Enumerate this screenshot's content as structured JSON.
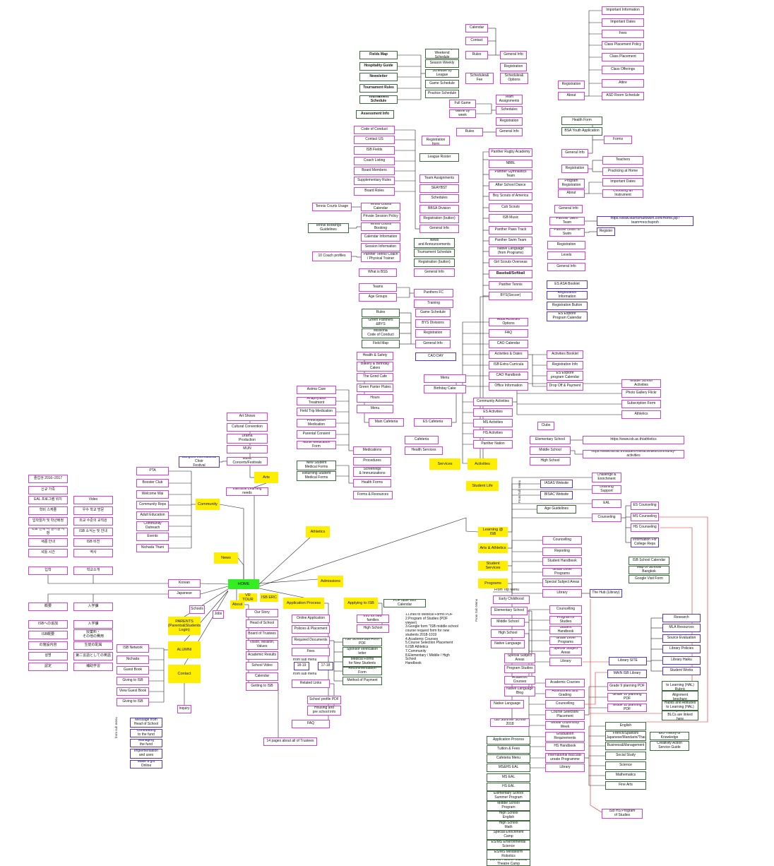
{
  "colors": {
    "yellow": "#ffee00",
    "lime": "#33ee22",
    "pink": "#d63fd6",
    "green": "#3a6b3a",
    "purple": "#5533cc",
    "red": "#dd2222"
  },
  "side_labels": {
    "from_sub_menu": "From Sub Menu",
    "from_sub_menu2": "From Sub Menu",
    "from_sub_menu3": "from sub menu"
  },
  "nodes": {
    "important_information": "Important Information",
    "important_dates": "Important Dates",
    "fees": "Fees",
    "class_placement_policy": "Class Placement Policy",
    "class_placement": "Class Placement",
    "class_offerings": "Class Offerings",
    "attire": "Attire",
    "asd_room_schedule": "ASD Room Schedule",
    "registration_r1": "Registration",
    "about_r1": "About",
    "calendar_t": "Calendar",
    "contact_t": "Contact",
    "rules_t": "Rules",
    "general_info_t": "General Info",
    "registration_t": "Registration",
    "schedules_fee": "Schedules&\nFee",
    "schedules_options": "Schedules&\nOptions",
    "team_assignments_t": "Team\nAssignments",
    "full_game": "Full Game",
    "schedules_t": "Schedules",
    "game_by_week": "Game by week",
    "registration_t2": "Registration",
    "rules_t2": "Rules",
    "general_info_t2": "General Info",
    "health_form": "Health Form",
    "bsa_youth": "BSA Youth Application",
    "forms": "Forms",
    "general_info_r2": "General Info",
    "registration_r2": "Registration",
    "teachers": "Teachers",
    "practicing_home": "Practicing at Home",
    "program_registration": "Program\nRegistration",
    "important_dates2": "Important Dates",
    "about_r2": "About",
    "choosing_instrument": "Choosing an Instrument",
    "general_info_r3": "General Info",
    "learnswim_url": "https://www.learnsmartswim.com/Home.jsp?team=recchsproh",
    "panther_swim_team_r": "Panther Swim Team",
    "panther_learn_swim": "Panther Learn to Swim",
    "register": "Register",
    "registration_r3": "Registration",
    "levels": "Levels",
    "general_info_r4": "General Info",
    "es_asa_booklet": "ES ASA Booklet",
    "registration_information": "Registration Information",
    "registration_button_r": "Registration Button",
    "es_explore_cal": "ES Explore\nProgram Calendar",
    "activities_booklet": "Activities Booklet",
    "registration_info_r": "Registration Info",
    "es_explore_cal2": "ES Explore\nprogram Calendar",
    "drop_off": "Drop Off & Payment",
    "ms_activities_r": "Middle School Activities",
    "photo_gallery": "Photo Gallery Flickr",
    "subscription_form": "Subscription Form",
    "athletics_r": "Athletics",
    "ibaa_athletics_url": "https://www.isb.ac.th/athletics",
    "isb_sa_url": "https://www.isb.ac.th/student-life/activities/community-activities",
    "fields_map": "Fields Map",
    "hospitality_guide": "Hospitality Guide",
    "newsletter": "Newsletter",
    "tournament_rules": "Tournament Rules",
    "tournament_schedule": "Tournament Schedule",
    "championship_weekend": "Championship\nWeekend Schedule",
    "season_weekly": "Season Weekly",
    "schedule_by_league": "Schedule by League",
    "game_schedule_t": "Game Schedule",
    "practice_schedule": "Practice Schedule",
    "assessment_info": "Assessment Info",
    "code_of_conduct": "Code of Conduct",
    "contact_us": "Contact US",
    "isb_fields": "ISB Fields",
    "coach_listing": "Coach Listing",
    "board_members": "Board Members",
    "supplementary_rules": "Supplementary Rules",
    "board_roles": "Board Roles",
    "google_reg_form": "Google\nRegistration form",
    "league_roster": "League Roster",
    "team_assignments_m": "Team Assignments",
    "seaybst": "SEAYBST",
    "schedules_m": "Schedules",
    "bbsa_division": "BBSA Division",
    "registration_button_m": "Registration (button)",
    "general_info_m": "General Info",
    "panther_rugby": "Panther Rugby Academy",
    "nbbl": "NBBL",
    "panther_gymnastics": "Panther Gymnastics\nTeam",
    "after_school_dance": "After School Dance",
    "boy_scouts": "Boy Scouts of America",
    "cub_scouts": "Cub Scouts",
    "isb_music": "ISB Music",
    "panther_paws": "Panther Paws Track",
    "panther_swim_team": "Panther Swim Team",
    "native_language": "Native Language\n(from Programs)",
    "girl_scouts": "Girl Scouts Overseas",
    "baseball_softball": "Baseball/Softball",
    "panther_tennis": "Panther Tennis",
    "bys_soccer": "BYS(Soccer)",
    "tennis_courts_usage": "Tennis Courts Usage",
    "tennis_bookings_guidelines": "Tennis Bookings\nGuidelines",
    "coach_profiles": "10 Coach  profiles",
    "tennis_courts_calendar": "Tennis Courts Calendar",
    "private_session": "Private Session Policy",
    "tennis_court_booking": "Tennis Courts Booking",
    "calendar_information": "Calendar Information",
    "session_information": "Session Information",
    "panther_tennis_coach": "Panther Tennis Coach\n/ Physical Trainer",
    "news_announcements": "News\nand Announcements",
    "tournament_schedule_m": "Tournament Schedule",
    "registration_button_m2": "Registration (button)",
    "general_info_m2": "General Info",
    "what_is_bss": "What is BSS",
    "teams": "Teams",
    "age_groups": "Age Groups",
    "panthers_fc": "Panthers FC",
    "training": "Training",
    "rules_m": "Rules",
    "game_schedule_m": "Game Schedule",
    "green_panthers": "Green Panthers\n&BYS",
    "bys_divisions": "BYS Divisions",
    "mission_code": "Mission&\nCode of Conduct",
    "registration_m3": "Registration",
    "field_map": "Field Map",
    "general_info_m3": "General Info",
    "adult_activities": "Adult Activities Options",
    "faq_m": "FAQ",
    "cao_calendar": "CAO Calendar",
    "activities_dates": "Activities & Dates",
    "cao_day": "CAO DAY",
    "isb_extra_curricula": "ISB Extra Curricula",
    "cao_handbook": "CAO Handbook",
    "office_information": "Office Information",
    "health_safety": "Health & Safety",
    "bakery": "Bakery & Birthday\nCakes",
    "grind_cafe": "The Grind Cafe",
    "green_panter_plates": "Green Panter Plates",
    "hours": "Hours",
    "menu_c": "Menu",
    "menu_es": "Menu",
    "birthday_cake": "Birthday Cake",
    "main_cafeteria": "Main Cafeteria",
    "es_cafeteria": "ES Cafeteria",
    "community_activities": "Community Activities",
    "es_activities": "ES Activities",
    "ms_activities": "MS Activities",
    "hs_activities": "HS Activities",
    "panther_nation": "Panther Nation",
    "clubs": "Clubs",
    "elementary_school_a": "Elementary School",
    "middle_school_a": "Middle School",
    "high_school_a": "High School",
    "asthma_care": "Astma Care",
    "anaphylaxis": "Anaphylaxis Treatment",
    "field_trip": "Field Trip Medication",
    "prescription": "Prescription Medication",
    "parental_consent": "Parental Consent",
    "nurse_medication": "Nurse Medication Form",
    "new_student_forms": "New Student\nMedical Forms",
    "returning_forms": "Returning Student\nMedical Forms",
    "medications": "Medications",
    "procedures": "Procedures",
    "screenings": "Screenings\n& Immunizations",
    "health_forms": "Health Forms",
    "forms_resources": "Forms & Resources",
    "cafeteria": "Cafeteria",
    "health_services": "Health Services",
    "services": "Services",
    "activities": "Activities",
    "student_life": "Student Life",
    "art_shows": "Art Shows",
    "cultural_convention": "Cultural Convention",
    "drama": "Drama\nProduction",
    "mun": "MUN",
    "music_concerts": "Music Concerts/Festivals",
    "bangkok_choir": "Bangkok International Choir\nFestival",
    "arts": "Arts",
    "intensive_learning": "Intensive Learning needs",
    "pta": "PTA",
    "booster_club": "Booster Club",
    "welcome_wai": "Welcome Wai",
    "community_reps": "Community Reps",
    "adult_education": "Adult Education",
    "community_outreach": "Community\nOutreach",
    "events": "Events",
    "nichada_thani": "Nichada Thani",
    "community": "Community",
    "athletics": "Athletics",
    "news": "News",
    "kr1": "졸업생 2016–2017",
    "kr2": "신규 가족",
    "kr3": "EAL 프로그램 위치",
    "kr4": "학비 스케줄",
    "kr5": "입학절차 및 학년배정",
    "kr6": "학교 안에 서 일어날 사항",
    "kr7": "새롭 안내",
    "kr8": "셔틀 시간",
    "kr9": "입학",
    "krr1": "Video",
    "krr2": "우수 학교 방문",
    "krr3": "외교 수준의 교직원",
    "krr4": "ISB 소식는 및 안내",
    "krr5": "ISB 비전",
    "krr6": "역사",
    "krr7": "학교소개",
    "jp1": "概要",
    "jp2": "ISBへの追加",
    "jp3": "ISB概要",
    "jp4": "の施設内容",
    "jp5": "설명",
    "jp6": "認定",
    "jpr1": "入学課",
    "jpr2": "入学課",
    "jpr3": "授業料・\nその他の費用",
    "jpr4": "生徒の配属",
    "jpr5": "第二言語としての英語",
    "jpr6": "補助学習",
    "korean": "Korean",
    "japanese": "Japanese",
    "schools": "Schools",
    "jobs": "Jobs",
    "home": "HOME",
    "vr_tour": "VR TOUR",
    "isb_erc": "ISB ERC",
    "about": "About",
    "parents": "PARENTS\n(Parents&Students\nLogin)",
    "alumni": "ALUMNI",
    "contact": "Contact",
    "inquiry": "Inquiry",
    "isb_network": "ISB Network",
    "nichada": "Nichada",
    "guest_book": "Guest Book",
    "giving_isb": "Giving to ISB",
    "view_guest_book": "View Guest Book",
    "giving_isb2": "Giving to ISB",
    "message_head": "Message from\nHead of School",
    "contributing": "Contributing\nto the fund",
    "managing": "Managing\nthe fund",
    "implementation": "Implementation\nand uses",
    "make_gift": "Make a gift Online",
    "our_story": "Our Story",
    "head_of_school": "Head of School",
    "board_trustees": "Board of Trustees",
    "vision_mission": "Vision, Mission,\nValues",
    "academic_results": "Academic Results",
    "school_video": "School Video",
    "calendar_a": "Calendar",
    "getting_isb": "Getting to ISB",
    "trustees_note": "14 pages about all of Trustees",
    "admissions": "Admissions",
    "application_process": "Application Process",
    "applying_isb": "Applying to ISB",
    "online_application": "Online Application",
    "policies_placement": "Policies & Placement",
    "required_documents": "Required Documents",
    "fees_a": "Fees",
    "from_sub_menu_s": "from sub menu",
    "y1819": "18-19",
    "y1718": "17-18",
    "from_sub_menu_s2": "from sub menu",
    "related_links": "Related Links",
    "school_profile": "School profile PDF",
    "housing": "Housing and\npre school info",
    "faq_a": "FAQ",
    "isb_bus_form": "ISB School Bus Form PDF",
    "sponsor_letter": "Sponsor verification\nletter",
    "medical_forms_new": "Medical Forms\nfor New Students",
    "recommendation_form": "Recommendation Form",
    "method_payment": "Method of Payment",
    "info_new_families": "Info for new families",
    "high_school_ad": "High School",
    "pdf_table": "PDF table with Calendar",
    "pdf_list": "1.Links to Medical Forms PDF\n2.Program of Studies (PDF viewer)\n3.Google form \"ISB middle school\ncourse request form for new\nstudents 2018-1019\n4.Academic Courses\n5.Course Selection Placement\n6.ISB Athletics\n7.Community\n8.Elementary / Middle / High School\nHandbook",
    "learning_isb": "Learning @ ISB",
    "arts_athletics": "Arts & Athletics",
    "student_services": "Student Services",
    "programs": "Programs",
    "isaas_website": "IASAS Website",
    "bisac_website": "BISAC Website",
    "age_guidelines": "Age Guidelines",
    "challenge_enrichment": "Challenge &\nEnrichment",
    "learning_support": "Learning Support",
    "eal": "EAL",
    "counseling": "Counseling",
    "es_counseling": "ES Counseling",
    "ms_counseling": "MS Counseling",
    "hs_counseling": "HS Counseling",
    "info_college": "Information For\nCollege Reps",
    "counseling_ss": "Councelling",
    "reporting": "Reporting",
    "student_handbook": "Student Handbook",
    "grade_level_programs": "Grade Level Programs",
    "special_subject_areas": "Special Subject Areas",
    "library_ss": "Library",
    "hub_library": "The Hub (Library)",
    "isb_school_calendar": "ISB School Calendar",
    "map_schools_bangkok": "Map of Schools Bangkok",
    "google_visit_form": "Google Visit Form",
    "from_top_menu": "From Top Menu",
    "early_childhood": "Early Childhood",
    "elementary_school": "Elementary School",
    "middle_school": "Middle School",
    "high_school": "High School",
    "native_language_p": "Native Language",
    "special_subject_areas2": "Special Subject\nAreas",
    "program_studies": "Program Studies",
    "academic_courses": "Academic Courses",
    "native_language_blog": "Native Language\nBlog",
    "native_language_p2": "Native Language",
    "summer_school": "ISB Summer School 2018",
    "counceling_ms": "Councelling",
    "program_studies_ms": "Program of Studies",
    "student_handbook_ms": "Student Handbook",
    "grade_level_ms": "Grade Level Programs",
    "special_subject_ms": "Special Subject Areas",
    "library_ms": "Library",
    "library_site": "Library SITE",
    "main_isb_library": "MAIN ISB Library",
    "research": "Research",
    "mla_resources": "MLA Resources",
    "source_evaluation": "Source Evaluation",
    "library_policies": "Library Policies",
    "library_haiku": "Library Haiku",
    "student_works": "Student Works",
    "academic_courses_hs": "Academic Courses",
    "assessment_grading": "Assessment and Grading",
    "counseling_hs": "Councelling",
    "course_selection": "Course Selection/\nPlacement",
    "global_citizenship": "Global Citizenship Week",
    "graduation_req": "Graduation\nRequirements",
    "hs_handbook": "HS Handbook",
    "international_bacc": "International Baccala-\nureate Programme",
    "library_hs": "Library",
    "grade9_pdf": "Grade 9 planning PDF",
    "grade10_pdf": "Grade 10 planning PDF",
    "grade11_pdf": "Grade 11 planning PDF",
    "habits_attitudes": "Habits and Attitudes\nto Learning (HAL) Rubric",
    "isb_grade_alignment": "ISB Grade Alignment\nbrochure",
    "habits_attitudes2": "Habits and Attitudes\nto Learning (HAL)",
    "all_subject_blcs": "All subject specific\nBLCs are linked here",
    "english": "English",
    "french_spanish": "French/Spanish/\nJapanese/Mandarin/Thai",
    "business": "Business&Management",
    "social_study": "Social Study",
    "science": "Science",
    "mathematics": "Mathematics",
    "fine_arts": "Fine Arts",
    "ibo_theory": "IBO Theory of Knowledge",
    "creativity_action": "Creativity Action\nService Guide",
    "isb_hs_program": "ISB HS Program\nof Studies",
    "b_application_process": "Application Process",
    "b_tuition": "Tuition & Fees",
    "b_cafeteria_menu": "Cafeteria Menu",
    "b_ms_hs_eal": "MS&HS EAL",
    "b_ms_eal": "MS EAL",
    "b_hs_eal": "HS EAL",
    "b_es_summer": "Elementary School\nSummer Program",
    "b_ms_program": "Middle School\nProgram",
    "b_hs_english": "High School\nEnglish",
    "b_hs_math": "High School\nMath",
    "b_special_camp": "Special Enrichment\nCamp",
    "b_es_ms_env": "ES/MS Environmental\nScience",
    "b_es_ms_robotics": "ES/MS Mindstorm\nRobotics",
    "b_es_ms_musical": "ES/MS Panther Musical\nTheatre Camp"
  }
}
